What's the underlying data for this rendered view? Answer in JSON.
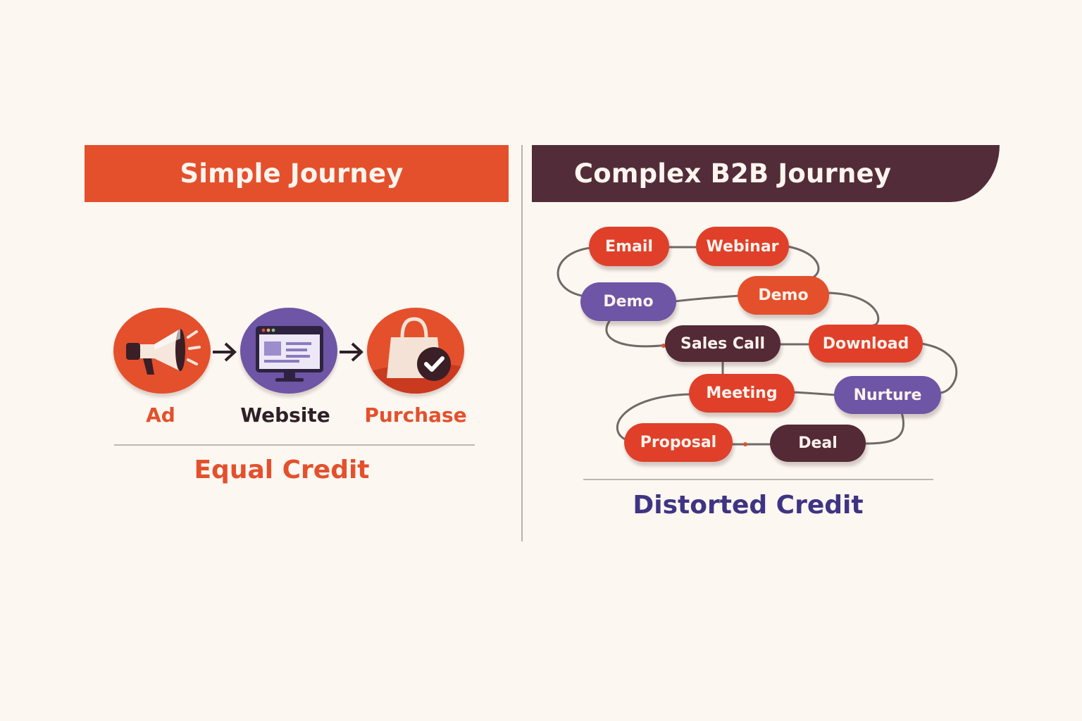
{
  "left_panel": {
    "banner_title": "Simple Journey",
    "steps": [
      {
        "label": "Ad",
        "icon": "megaphone-icon"
      },
      {
        "label": "Website",
        "icon": "monitor-icon"
      },
      {
        "label": "Purchase",
        "icon": "shopping-bag-check-icon"
      }
    ],
    "credit_label": "Equal Credit"
  },
  "right_panel": {
    "banner_title": "Complex B2B Journey",
    "touchpoints": [
      {
        "label": "Email",
        "color": "red"
      },
      {
        "label": "Webinar",
        "color": "red"
      },
      {
        "label": "Demo",
        "color": "purple"
      },
      {
        "label": "Demo",
        "color": "orange"
      },
      {
        "label": "Sales Call",
        "color": "maroon"
      },
      {
        "label": "Download",
        "color": "red"
      },
      {
        "label": "Meeting",
        "color": "red"
      },
      {
        "label": "Nurture",
        "color": "purple"
      },
      {
        "label": "Proposal",
        "color": "red"
      },
      {
        "label": "Deal",
        "color": "maroon"
      }
    ],
    "credit_label": "Distorted Credit"
  },
  "colors": {
    "background": "#fcf7f1",
    "orange": "#e4502c",
    "red": "#e0402a",
    "purple": "#6e55a6",
    "maroon": "#532a36",
    "credit_purple": "#3f3483"
  }
}
